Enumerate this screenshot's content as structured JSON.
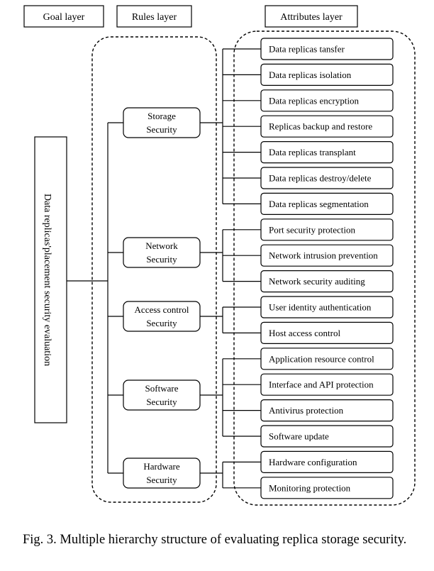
{
  "headers": {
    "goal": "Goal layer",
    "rules": "Rules layer",
    "attributes": "Attributes layer"
  },
  "goal": "Data replicas'placement security evaluation",
  "rules": [
    {
      "lines": [
        "Storage",
        "Security"
      ]
    },
    {
      "lines": [
        "Network",
        "Security"
      ]
    },
    {
      "lines": [
        "Access control",
        "Security"
      ]
    },
    {
      "lines": [
        "Software",
        "Security"
      ]
    },
    {
      "lines": [
        "Hardware",
        "Security"
      ]
    }
  ],
  "attributes": [
    {
      "label": "Data replicas tansfer",
      "rule": 0
    },
    {
      "label": "Data replicas isolation",
      "rule": 0
    },
    {
      "label": "Data replicas encryption",
      "rule": 0
    },
    {
      "label": "Replicas backup and restore",
      "rule": 0
    },
    {
      "label": "Data replicas transplant",
      "rule": 0
    },
    {
      "label": "Data replicas destroy/delete",
      "rule": 0
    },
    {
      "label": "Data replicas segmentation",
      "rule": 0
    },
    {
      "label": "Port security protection",
      "rule": 1
    },
    {
      "label": "Network intrusion prevention",
      "rule": 1
    },
    {
      "label": "Network security auditing",
      "rule": 1
    },
    {
      "label": "User identity authentication",
      "rule": 2
    },
    {
      "label": "Host access control",
      "rule": 2
    },
    {
      "label": "Application resource control",
      "rule": 3
    },
    {
      "label": "Interface and API protection",
      "rule": 3
    },
    {
      "label": "Antivirus protection",
      "rule": 3
    },
    {
      "label": "Software update",
      "rule": 3
    },
    {
      "label": "Hardware configuration",
      "rule": 4
    },
    {
      "label": "Monitoring protection",
      "rule": 4
    }
  ],
  "caption": "Fig. 3. Multiple hierarchy structure of evaluating replica storage security."
}
